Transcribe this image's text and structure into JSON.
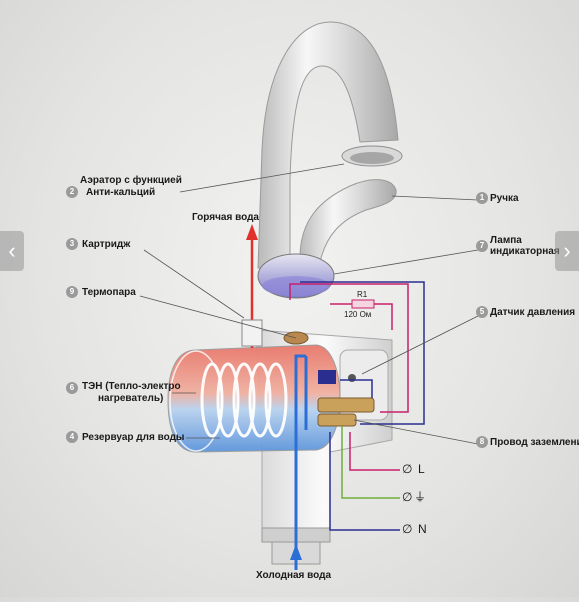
{
  "labels": {
    "aerator_line1": "Аэратор с функцией",
    "aerator_line2": "Анти-кальций",
    "hot_water": "Горячая вода",
    "cartridge": "Картридж",
    "thermocouple": "Термопара",
    "heater_line1": "ТЭН (Тепло-электро",
    "heater_line2": "нагреватель)",
    "reservoir": "Резервуар для воды",
    "cold_water": "Холодная вода",
    "handle": "Ручка",
    "lamp_line1": "Лампа",
    "lamp_line2": "индикаторная",
    "pressure_sensor": "Датчик давления",
    "ground_wire": "Провод заземления"
  },
  "numbers": {
    "handle": "1",
    "aerator": "2",
    "cartridge": "3",
    "reservoir": "4",
    "pressure_sensor": "5",
    "heater": "6",
    "lamp": "7",
    "ground_wire": "8",
    "thermocouple": "9"
  },
  "resistor": {
    "name": "R1",
    "value": "120 Ом"
  },
  "terminals": {
    "line": "L",
    "ground": "⏚",
    "neutral": "N",
    "symbol": "∅"
  },
  "nav": {
    "prev": "‹",
    "next": "›"
  },
  "colors": {
    "hot": "#e0312b",
    "cold": "#2b6fd6",
    "wire_line": "#c8206a",
    "wire_ground": "#6fae3a",
    "wire_neutral": "#2a2f8f",
    "leader": "#555555"
  }
}
